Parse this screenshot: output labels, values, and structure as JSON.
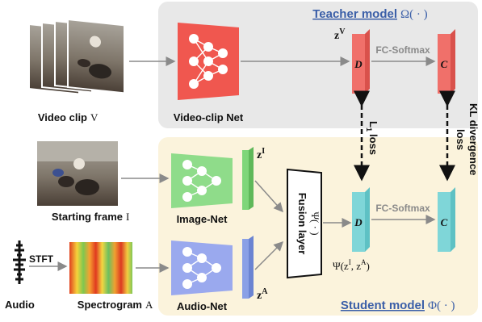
{
  "teacher": {
    "title": "Teacher model",
    "symbol": "Ω( · )",
    "bg": "#e8e8e8"
  },
  "student": {
    "title": "Student model",
    "symbol": "Φ( · )",
    "bg": "#fbf3dc"
  },
  "inputs": {
    "video_label": "Video clip",
    "video_symbol": "V",
    "frame_label": "Starting frame",
    "frame_symbol": "I",
    "audio_label": "Audio",
    "spectrogram_label": "Spectrogram",
    "spectrogram_symbol": "A",
    "stft_label": "STFT"
  },
  "networks": {
    "video_net": "Video-clip Net",
    "image_net": "Image-Net",
    "audio_net": "Audio-Net",
    "fusion_line1": "Fusion layer",
    "fusion_line2": "Ψ( · )"
  },
  "features": {
    "zv": "z",
    "zv_sup": "V",
    "zi": "z",
    "zi_sup": "I",
    "za": "z",
    "za_sup": "A",
    "psi": "Ψ(z",
    "psi_sup1": "I",
    "psi_mid": ", z",
    "psi_sup2": "A",
    "psi_end": ")"
  },
  "layers": {
    "d": "D",
    "c": "C",
    "fc_softmax": "FC-Softmax"
  },
  "losses": {
    "l1": "L",
    "l1_sub": "1",
    "l1_word": "loss",
    "kl_line1": "KL divergence",
    "kl_line2": "loss"
  },
  "colors": {
    "video_net": "#f0574f",
    "image_net": "#8fdc8a",
    "audio_net": "#9aa9ee",
    "teacher_bar": "#f0706a",
    "student_bar": "#7fd6d8",
    "zi_bar": "#7fd67a",
    "za_bar": "#8aa0e6",
    "accent_blue": "#3b5fa8"
  }
}
